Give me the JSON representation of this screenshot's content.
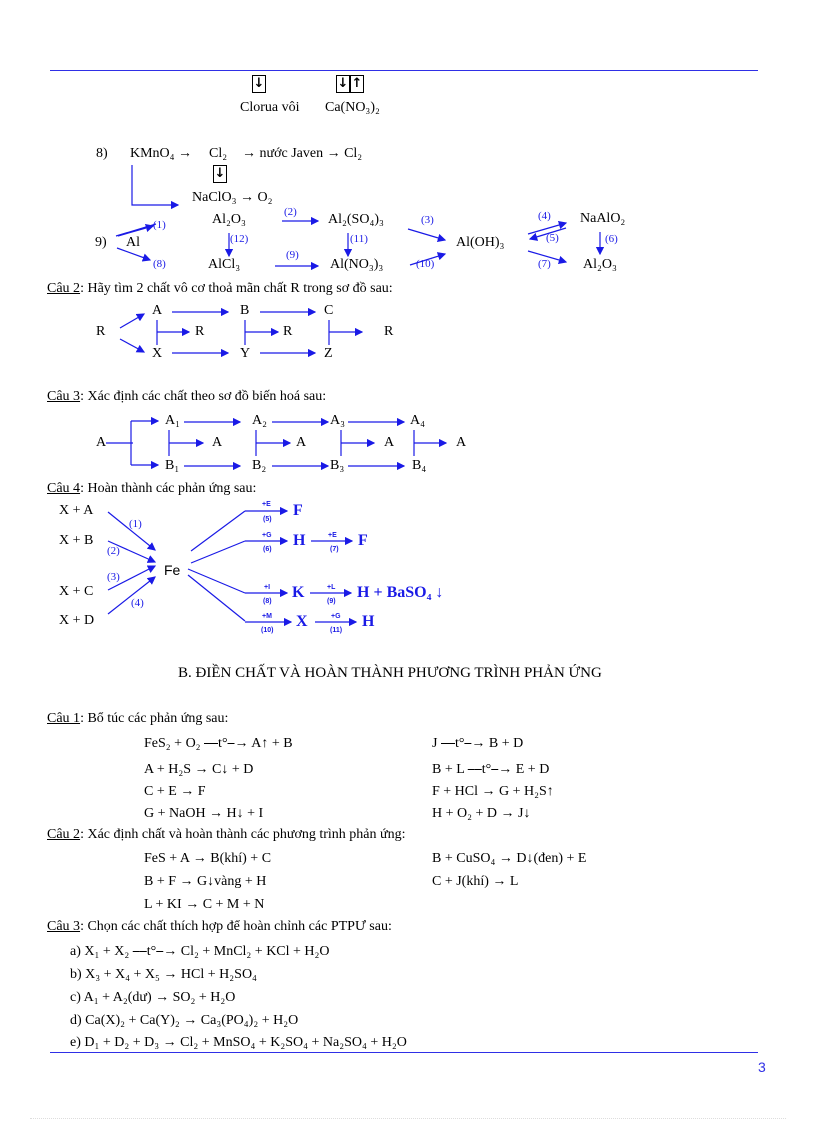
{
  "page": {
    "number": "3"
  },
  "top": {
    "clorua_voi": "Clorua vôi",
    "ca_no3": "Ca(NO₃)₂"
  },
  "item8": {
    "num": "8)",
    "kmno4": "KMnO₄ →",
    "cl2": "Cl₂",
    "nuoc_javen": "→ nước Javen → Cl₂",
    "naclo3": "NaClO₃  →  O₂"
  },
  "item9": {
    "num": "9)",
    "al": "Al",
    "al2o3": "Al₂O₃",
    "al2so43": "Al₂(SO₄)₃",
    "alcl3": "AlCl₃",
    "alno33": "Al(NO₃)₃",
    "aloh3": "Al(OH)₃",
    "naalo2": "NaAlO₂",
    "al2o3b": "Al₂O₃",
    "labels": [
      "(1)",
      "(2)",
      "(3)",
      "(4)",
      "(5)",
      "(6)",
      "(7)",
      "(8)",
      "(9)",
      "(10)",
      "(11)",
      "(12)"
    ]
  },
  "cau2a": {
    "label": "Câu 2",
    "text": ":  Hãy tìm 2 chất vô cơ thoả mãn chất R trong sơ đồ sau:",
    "nodes": {
      "R": "R",
      "A": "A",
      "B": "B",
      "C": "C",
      "X": "X",
      "Y": "Y",
      "Z": "Z"
    }
  },
  "cau3a": {
    "label": "Câu 3",
    "text": ":  Xác định các chất theo sơ đồ biến hoá sau:",
    "nodes": {
      "A": "A",
      "A1": "A₁",
      "A2": "A₂",
      "A3": "A₃",
      "A4": "A₄",
      "B1": "B₁",
      "B2": "B₂",
      "B3": "B₃",
      "B4": "B₄"
    }
  },
  "cau4": {
    "label": "Câu 4",
    "text": ":  Hoàn thành các phản ứng sau:",
    "left": [
      "X + A",
      "X + B",
      "X + C",
      "X + D"
    ],
    "fe": "Fe",
    "labels": [
      "(1)",
      "(2)",
      "(3)",
      "(4)"
    ],
    "right": {
      "r5": {
        "top": "+E",
        "bot": "(5)",
        "prod": "F"
      },
      "r6": {
        "top": "+G",
        "bot": "(6)",
        "prod": "H"
      },
      "r7": {
        "top": "+E",
        "bot": "(7)",
        "prod": "F"
      },
      "r8": {
        "top": "+I",
        "bot": "(8)",
        "prod": "K"
      },
      "r9": {
        "top": "+L",
        "bot": "(9)",
        "prod": "H + BaSO₄ ↓"
      },
      "r10": {
        "top": "+M",
        "bot": "(10)",
        "prod": "X"
      },
      "r11": {
        "top": "+G",
        "bot": "(11)",
        "prod": "H"
      }
    }
  },
  "sectionB": {
    "title": "B.  ĐIỀN CHẤT VÀ HOÀN THÀNH PHƯƠNG TRÌNH PHẢN ỨNG"
  },
  "cau1b": {
    "label": "Câu 1",
    "text": ":  Bổ túc các phản ứng sau:",
    "left": [
      "FeS₂ + O₂ ⎯⎯t°⎯→ A↑ + B",
      "A + H₂S → C↓ + D",
      "C + E → F",
      "G + NaOH → H↓ + I"
    ],
    "right": [
      "J ⎯⎯t°⎯→ B + D",
      "B + L ⎯⎯t°⎯→ E + D",
      "F + HCl → G + H₂S↑",
      "H + O₂ + D → J↓"
    ]
  },
  "cau2b": {
    "label": "Câu 2",
    "text": ":  Xác định chất và hoàn thành các phương trình phản ứng:",
    "left": [
      "FeS + A → B(khí) + C",
      "B + F → G↓vàng + H",
      "L + KI → C + M + N"
    ],
    "right": [
      "B + CuSO₄ → D↓(đen) + E",
      "C + J(khí) → L"
    ]
  },
  "cau3b": {
    "label": "Câu 3",
    "text": ": Chọn các chất thích hợp để hoàn chỉnh các PTPƯ sau:",
    "items": [
      "a)  X₁ + X₂ ⎯⎯t°⎯→ Cl₂ + MnCl₂ + KCl + H₂O",
      "b)  X₃ + X₄ + X₅ → HCl + H₂SO₄",
      "c)  A₁ + A₂(dư) → SO₂ + H₂O",
      "d)  Ca(X)₂ + Ca(Y)₂ → Ca₃(PO₄)₂ + H₂O",
      "e)  D₁ + D₂ + D₃ → Cl₂ + MnSO₄ + K₂SO₄ + Na₂SO₄ + H₂O"
    ]
  }
}
